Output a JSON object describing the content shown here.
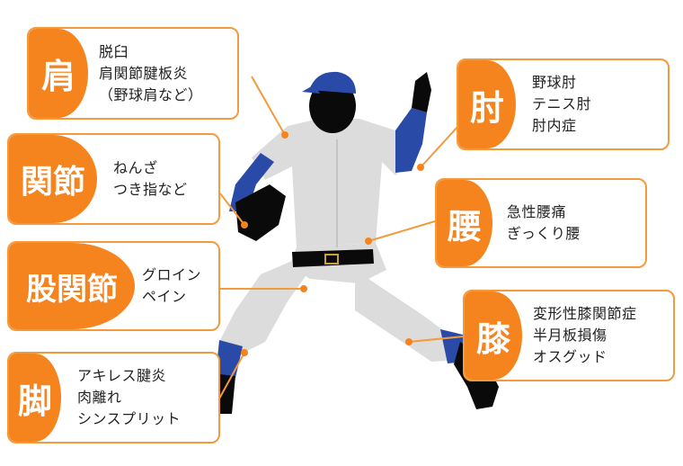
{
  "colors": {
    "accent": "#f5841f",
    "border": "#f39a3c",
    "uniform": "#dcdcdc",
    "sleeve": "#2a4aa8",
    "silhouette": "#0a0a0a"
  },
  "callouts": {
    "shoulder": {
      "title": "肩",
      "items": [
        "脱臼",
        "肩関節腱板炎",
        "（野球肩など）"
      ]
    },
    "elbow": {
      "title": "肘",
      "items": [
        "野球肘",
        "テニス肘",
        "肘内症"
      ]
    },
    "joint": {
      "title": "関節",
      "items": [
        "ねんざ",
        "つき指など"
      ]
    },
    "waist": {
      "title": "腰",
      "items": [
        "急性腰痛",
        "ぎっくり腰"
      ]
    },
    "hip": {
      "title": "股関節",
      "items": [
        "グロイン",
        "ペイン"
      ]
    },
    "knee": {
      "title": "膝",
      "items": [
        "変形性膝関節症",
        "半月板損傷",
        "オスグッド"
      ]
    },
    "leg": {
      "title": "脚",
      "items": [
        "アキレス腱炎",
        "肉離れ",
        "シンスプリット"
      ]
    }
  }
}
